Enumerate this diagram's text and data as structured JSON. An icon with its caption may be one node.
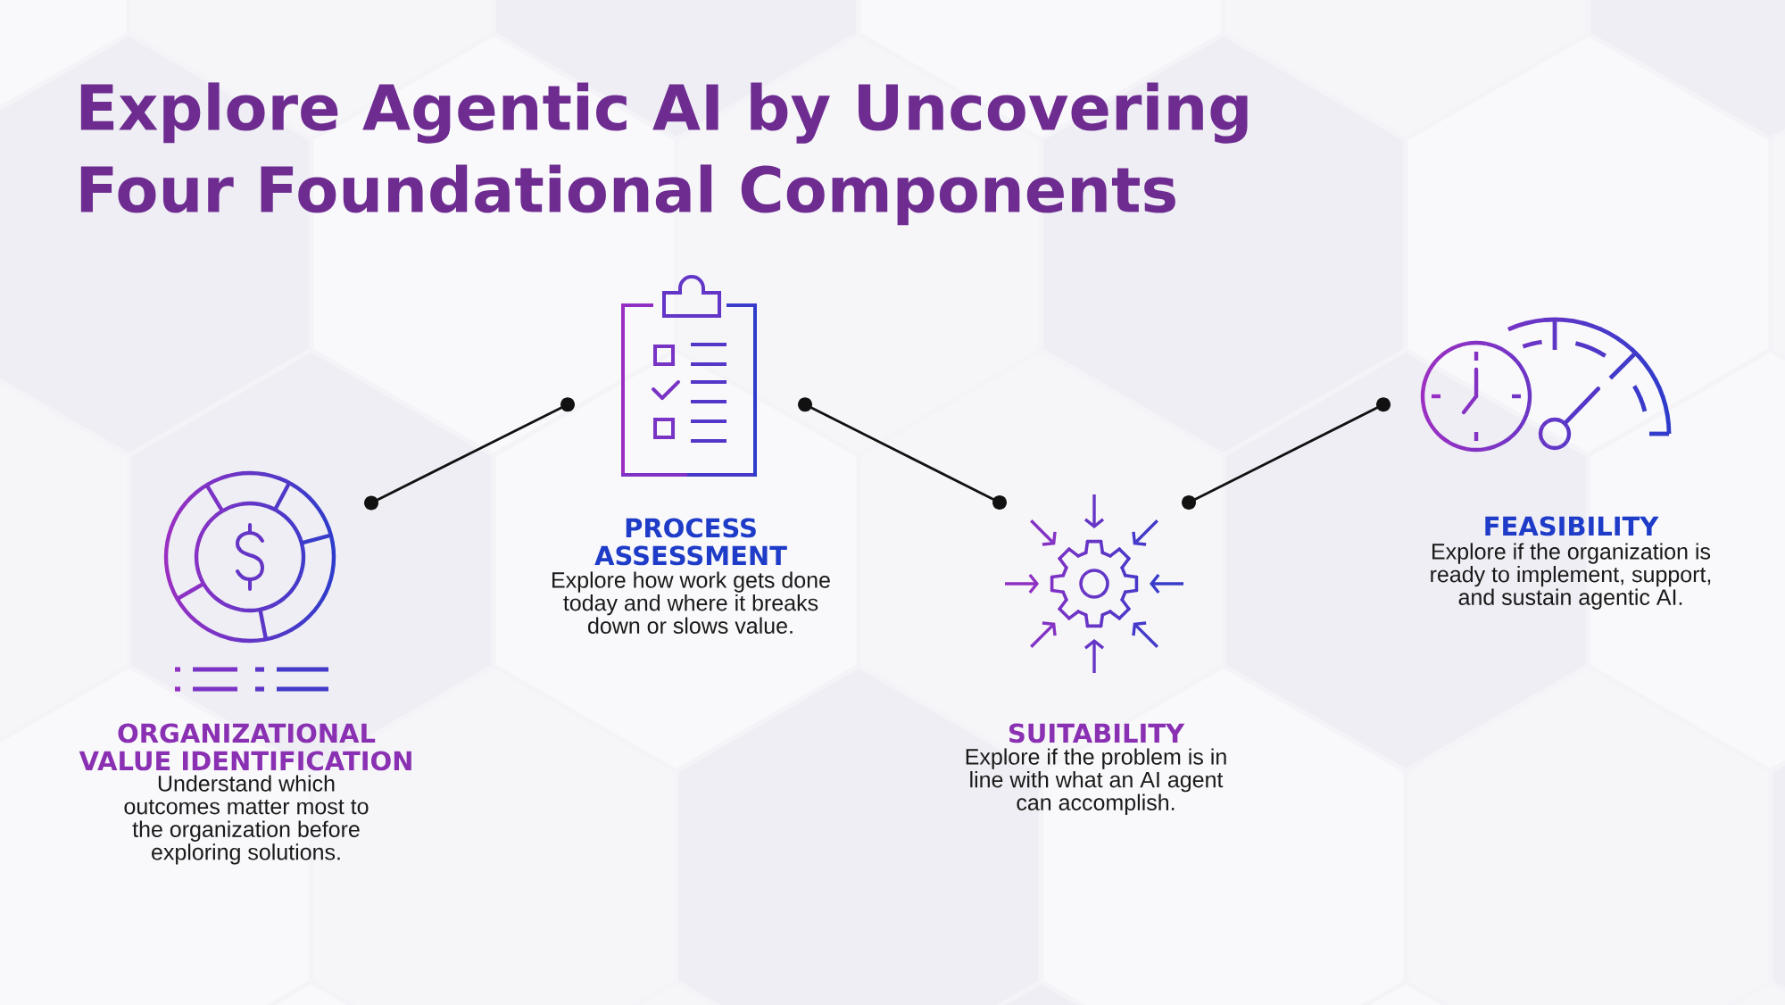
{
  "diagram": {
    "title": "Explore Agentic AI by Uncovering Four Foundational Components",
    "nodes": [
      {
        "text": [
          "ORGANIZATIONAL VALUE IDENTIFICATION",
          "Understand which outcomes matter most to the organization before exploring solutions."
        ]
      },
      {
        "text": [
          "PROCESS ASSESSMENT",
          "Explore how work gets done today and where it breaks down or slows value."
        ]
      },
      {
        "text": [
          "SUITABILITY",
          "Explore if the problem is in line with what an AI agent can accomplish."
        ]
      },
      {
        "text": [
          "FEASIBILITY",
          "Explore if the organization is ready to implement, support, and sustain agentic AI."
        ]
      }
    ],
    "edges": [
      {
        "from": 0,
        "to": 1,
        "arrow": "other"
      },
      {
        "from": 1,
        "to": 2,
        "arrow": "other"
      },
      {
        "from": 2,
        "to": 3,
        "arrow": "other"
      }
    ]
  }
}
